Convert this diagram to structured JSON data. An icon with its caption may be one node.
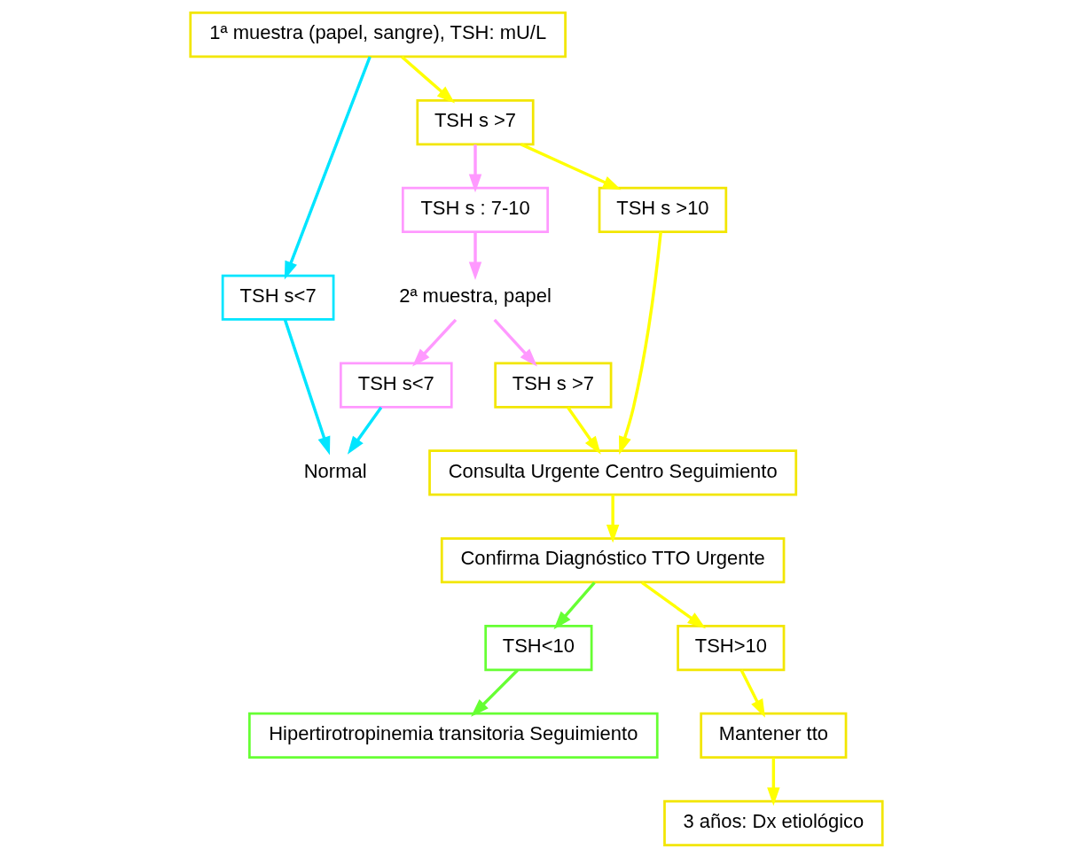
{
  "diagram": {
    "nodes": [
      {
        "text": [
          "1ª muestra (papel, sangre), TSH: mU/L"
        ]
      },
      {
        "text": [
          "TSH s<7"
        ]
      },
      {
        "text": [
          "TSH s >7"
        ]
      },
      {
        "text": [
          "TSH s : 7-10"
        ]
      },
      {
        "text": [
          "TSH s >10"
        ]
      },
      {
        "text": [
          "2ª muestra, papel"
        ]
      },
      {
        "text": [
          "Consulta Urgente Centro Seguimiento"
        ]
      },
      {
        "text": [
          "Normal"
        ]
      },
      {
        "text": [
          "TSH s<7"
        ]
      },
      {
        "text": [
          "TSH s >7"
        ]
      },
      {
        "text": [
          "Confirma Diagnóstico TTO Urgente"
        ]
      },
      {
        "text": [
          "TSH<10"
        ]
      },
      {
        "text": [
          "TSH>10"
        ]
      },
      {
        "text": [
          "Mantener tto"
        ]
      },
      {
        "text": [
          "Hipertirotropinemia transitoria Seguimiento"
        ]
      },
      {
        "text": [
          "3 años: Dx etiológico"
        ]
      }
    ],
    "edges": [
      {
        "from": 0,
        "to": 1,
        "arrow": "to",
        "color": "#00e5ff"
      },
      {
        "from": 0,
        "to": 2,
        "arrow": "to"
      },
      {
        "from": 2,
        "to": 3,
        "arrow": "to",
        "color": "#ff99ff"
      },
      {
        "from": 2,
        "to": 4,
        "arrow": "to"
      },
      {
        "from": 1,
        "to": 7,
        "arrow": "to",
        "color": "#00e5ff"
      },
      {
        "from": 3,
        "to": 5,
        "arrow": "to",
        "color": "#ff99ff"
      },
      {
        "from": 4,
        "to": 6,
        "arrow": "to"
      },
      {
        "from": 5,
        "to": 8,
        "arrow": "to",
        "color": "#ff99ff"
      },
      {
        "from": 5,
        "to": 9,
        "arrow": "to",
        "color": "#ff99ff"
      },
      {
        "from": 9,
        "to": 6,
        "arrow": "to"
      },
      {
        "from": 8,
        "to": 7,
        "arrow": "to",
        "color": "#00e5ff"
      },
      {
        "from": 6,
        "to": 10,
        "arrow": "to"
      },
      {
        "from": 10,
        "to": 11,
        "arrow": "to",
        "color": "#66ff33"
      },
      {
        "from": 10,
        "to": 12,
        "arrow": "to"
      },
      {
        "from": 11,
        "to": 14,
        "arrow": "to",
        "color": "#66ff33"
      },
      {
        "from": 12,
        "to": 13,
        "arrow": "to"
      },
      {
        "from": 13,
        "to": 15,
        "arrow": "to"
      }
    ]
  }
}
